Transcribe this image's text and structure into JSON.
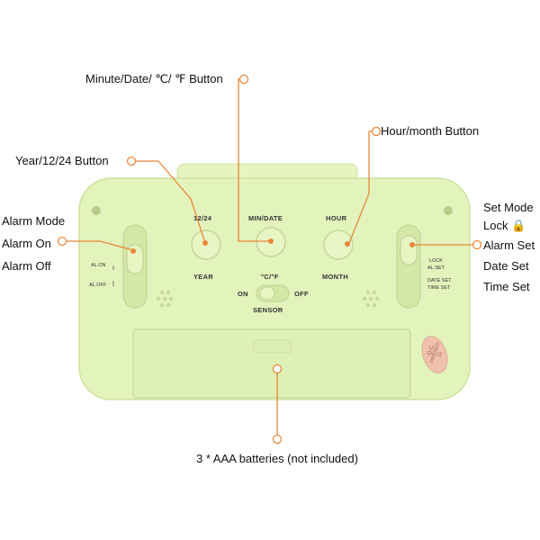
{
  "colors": {
    "body": "#e3f3bc",
    "body_edge": "#c8dc98",
    "leader": "#e8883a",
    "stamp": "#f0c2ae"
  },
  "callouts": {
    "min_date_button": "Minute/Date/ ℃/ ℉ Button",
    "hour_month_button": "Hour/month Button",
    "year_button": "Year/12/24 Button",
    "alarm_mode": "Alarm Mode",
    "alarm_on": "Alarm On",
    "alarm_off": "Alarm Off",
    "set_mode": "Set Mode",
    "lock": "Lock 🔒",
    "alarm_set": "Alarm Set",
    "date_set": "Date Set",
    "time_set": "Time Set",
    "batteries": "3 * AAA batteries (not included)"
  },
  "device": {
    "top_labels": [
      "12/24",
      "MIN/DATE",
      "HOUR"
    ],
    "bottom_labels": [
      "YEAR",
      "°C/°F",
      "MONTH"
    ],
    "sensor": {
      "on": "ON",
      "off": "OFF",
      "label": "SENSOR"
    },
    "left_switch": {
      "on": "AL.ON",
      "off": "AL.OFF"
    },
    "right_switch": {
      "lock": "LOCK",
      "al_set": "AL.SET",
      "date_set": "DATE SET",
      "time_set": "TIME SET"
    },
    "stamp": {
      "line1": "Q.C.",
      "line2": "PASSED",
      "line3": "11"
    }
  }
}
